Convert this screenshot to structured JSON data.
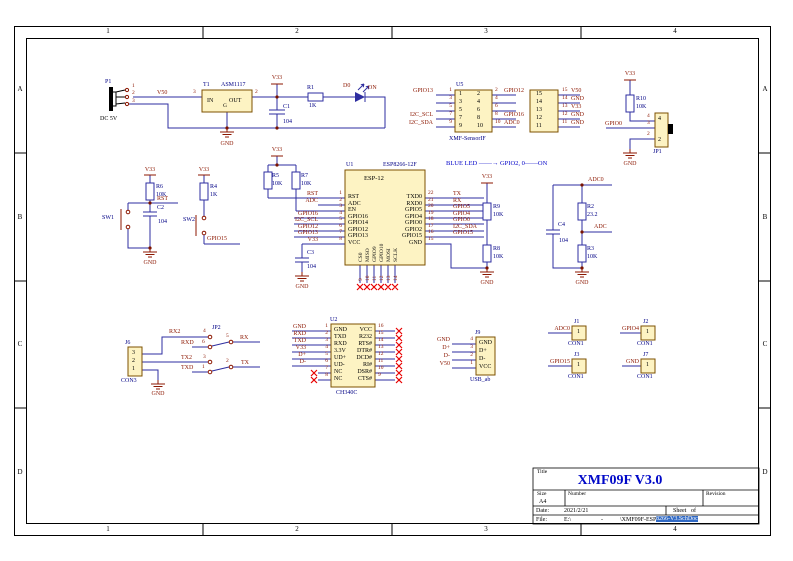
{
  "frame": {
    "cols": [
      "1",
      "2",
      "3",
      "4"
    ],
    "rows": [
      "A",
      "B",
      "C",
      "D"
    ]
  },
  "power": {
    "designator": "P1",
    "label": "DC 5V",
    "pins": [
      "1",
      "2",
      "3"
    ],
    "net_v50": "V50",
    "t1": "T1",
    "t1_part": "ASM1117",
    "t1_in": "IN",
    "t1_out": "OUT",
    "t1_gnd": "G",
    "t1_pin_in": "3",
    "t1_pin_out": "2",
    "c1": "C1",
    "c1_val": "104",
    "gnd": "GND",
    "v33": "V33",
    "r1": "R1",
    "r1_val": "1K",
    "d0": "D0",
    "on": "ON"
  },
  "sensor": {
    "designator": "U5",
    "part": "XMF-SensorIF",
    "rows": [
      {
        "lnet": "GPIO13",
        "lpin": "1",
        "il": "1",
        "ir": "2",
        "rpin": "2",
        "rnet": "GPIO12",
        "ip": "15",
        "ppin": "15",
        "pnet": "V50"
      },
      {
        "lnet": "",
        "lpin": "3",
        "il": "3",
        "ir": "4",
        "rpin": "4",
        "rnet": "",
        "ip": "14",
        "ppin": "14",
        "pnet": "GND"
      },
      {
        "lnet": "",
        "lpin": "5",
        "il": "5",
        "ir": "6",
        "rpin": "6",
        "rnet": "",
        "ip": "13",
        "ppin": "13",
        "pnet": "V33"
      },
      {
        "lnet": "I2C_SCL",
        "lpin": "7",
        "il": "7",
        "ir": "8",
        "rpin": "8",
        "rnet": "GPIO16",
        "ip": "12",
        "ppin": "12",
        "pnet": "GND"
      },
      {
        "lnet": "I2C_SDA",
        "lpin": "9",
        "il": "9",
        "ir": "10",
        "rpin": "10",
        "rnet": "ADC0",
        "ip": "11",
        "ppin": "11",
        "pnet": "GND"
      }
    ]
  },
  "boot": {
    "v33": "V33",
    "r10": "R10",
    "r10_val": "10K",
    "net": "GPIO0",
    "jp1": "JP1",
    "pin4": "4",
    "pin3": "3",
    "pin2": "2",
    "in4": "4",
    "in2": "2",
    "gnd": "GND"
  },
  "reset": {
    "v33": "V33",
    "r6": "R6",
    "r6_val": "10K",
    "net": "RST",
    "c2": "C2",
    "c2_val": "104",
    "sw": "SW1",
    "gnd": "GND"
  },
  "flash": {
    "v33": "V33",
    "r4": "R4",
    "r4_val": "1K",
    "sw": "SW2",
    "net": "GPIO15"
  },
  "esp": {
    "designator": "U1",
    "part": "ESP8266-12F",
    "name": "ESP-12",
    "note": "BLUE LED ——→ GPIO2, 0——ON",
    "pullups": {
      "v33": "V33",
      "r5": "R5",
      "r5_val": "10K",
      "r7": "R7",
      "r7_val": "10K"
    },
    "left": [
      {
        "net": "RST",
        "pin": "1",
        "name": "RST"
      },
      {
        "net": "ADC",
        "pin": "2",
        "name": "ADC"
      },
      {
        "net": "",
        "pin": "3",
        "name": "EN"
      },
      {
        "net": "GPIO16",
        "pin": "4",
        "name": "GPIO16"
      },
      {
        "net": "I2C_SCL",
        "pin": "5",
        "name": "GPIO14"
      },
      {
        "net": "GPIO12",
        "pin": "6",
        "name": "GPIO12"
      },
      {
        "net": "GPIO13",
        "pin": "7",
        "name": "GPIO13"
      },
      {
        "net": "V33",
        "pin": "8",
        "name": "VCC"
      }
    ],
    "right": [
      {
        "pin": "22",
        "name": "TXD0",
        "net": "TX"
      },
      {
        "pin": "21",
        "name": "RXD0",
        "net": "RX"
      },
      {
        "pin": "20",
        "name": "GPIO5",
        "net": "GPIO5"
      },
      {
        "pin": "19",
        "name": "GPIO4",
        "net": "GPIO4"
      },
      {
        "pin": "18",
        "name": "GPIO0",
        "net": "GPIO0"
      },
      {
        "pin": "17",
        "name": "GPIO2",
        "net": "I2C_SDA"
      },
      {
        "pin": "16",
        "name": "GPIO15",
        "net": "GPIO15"
      },
      {
        "pin": "15",
        "name": "GND",
        "net": ""
      }
    ],
    "bottom": [
      {
        "pin": "9",
        "name": "CS0"
      },
      {
        "pin": "10",
        "name": "MISO"
      },
      {
        "pin": "11",
        "name": "GPIO9"
      },
      {
        "pin": "12",
        "name": "GPIO10"
      },
      {
        "pin": "13",
        "name": "MOSI"
      },
      {
        "pin": "14",
        "name": "SCLK"
      }
    ],
    "c3": "C3",
    "c3_val": "104",
    "gnd": "GND",
    "pulldown": {
      "v33": "V33",
      "r9": "R9",
      "r9_val": "10K",
      "r8": "R8",
      "r8_val": "10K",
      "gnd": "GND"
    }
  },
  "adc": {
    "net_top": "ADC0",
    "r2": "R2",
    "r2_val": "23.2",
    "net_mid": "ADC",
    "r3": "R3",
    "r3_val": "10K",
    "c4": "C4",
    "c4_val": "104",
    "gnd": "GND"
  },
  "uart": {
    "j6": "J6",
    "con3": "CON3",
    "pins": [
      "3",
      "2",
      "1"
    ],
    "rx2": "RX2",
    "tx2": "TX2",
    "gnd": "GND",
    "jp2": "JP2",
    "p4": "4",
    "p6": "6",
    "p5": "5",
    "p3": "3",
    "p1": "1",
    "p2": "2",
    "rxd": "RXD",
    "txd": "TXD",
    "rx": "RX",
    "tx": "TX"
  },
  "ch340": {
    "designator": "U2",
    "part": "CH340C",
    "left": [
      {
        "net": "GND",
        "pin": "1",
        "name": "GND"
      },
      {
        "net": "RXD",
        "pin": "2",
        "name": "TXD"
      },
      {
        "net": "TXD",
        "pin": "3",
        "name": "RXD"
      },
      {
        "net": "V33",
        "pin": "4",
        "name": "3.3V"
      },
      {
        "net": "D+",
        "pin": "5",
        "name": "UD+"
      },
      {
        "net": "D-",
        "pin": "6",
        "name": "UD-"
      },
      {
        "net": "",
        "pin": "7",
        "name": "NC"
      },
      {
        "net": "",
        "pin": "8",
        "name": "NC"
      }
    ],
    "right": [
      {
        "pin": "16",
        "name": "VCC"
      },
      {
        "pin": "15",
        "name": "R232"
      },
      {
        "pin": "14",
        "name": "RTS#"
      },
      {
        "pin": "13",
        "name": "DTR#"
      },
      {
        "pin": "12",
        "name": "DCD#"
      },
      {
        "pin": "11",
        "name": "RI#"
      },
      {
        "pin": "10",
        "name": "DSR#"
      },
      {
        "pin": "9",
        "name": "CTS#"
      }
    ]
  },
  "usb": {
    "designator": "J9",
    "part": "USB_ab",
    "rows": [
      {
        "net": "GND",
        "pin": "4",
        "name": "GND"
      },
      {
        "net": "D+",
        "pin": "3",
        "name": "D+"
      },
      {
        "net": "D-",
        "pin": "2",
        "name": "D-"
      },
      {
        "net": "V50",
        "pin": "1",
        "name": "VCC"
      }
    ]
  },
  "cons": [
    {
      "net": "ADC0",
      "designator": "J1",
      "part": "CON1",
      "pin": "1"
    },
    {
      "net": "GPIO4",
      "designator": "J2",
      "part": "CON1",
      "pin": "1"
    },
    {
      "net": "GPIO15",
      "designator": "J3",
      "part": "CON1",
      "pin": "1"
    },
    {
      "net": "GND",
      "designator": "J7",
      "part": "CON1",
      "pin": "1"
    }
  ],
  "titleblock": {
    "title_label": "Title",
    "title": "XMF09F V3.0",
    "size_label": "Size",
    "size": "A4",
    "number_label": "Number",
    "revision_label": "Revision",
    "date_label": "Date:",
    "date": "2021/2/21",
    "sheet_label": "Sheet",
    "of_label": "of",
    "file_label": "File:",
    "drive": "E:\\",
    "dash": "-",
    "path": "\\XMF09F-ESP",
    "path_hl": "8266-V3.SchDoc"
  }
}
